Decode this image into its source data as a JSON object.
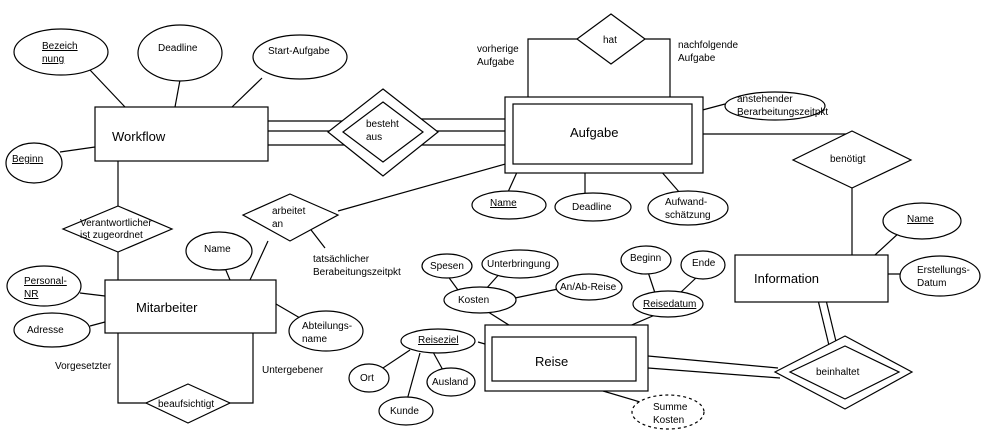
{
  "diagram": {
    "entities": {
      "workflow": "Workflow",
      "aufgabe": "Aufgabe",
      "mitarbeiter": "Mitarbeiter",
      "information": "Information",
      "reise": "Reise"
    },
    "relationships": {
      "hat": "hat",
      "besteht_aus": [
        "besteht",
        "aus"
      ],
      "benoetigt": "benötigt",
      "verantwortlicher": [
        "Verantwortlicher",
        "ist zugeordnet"
      ],
      "arbeitet_an": [
        "arbeitet",
        "an"
      ],
      "beaufsichtigt": "beaufsichtigt",
      "beinhaltet": "beinhaltet"
    },
    "attributes": {
      "bezeichnung": [
        "Bezeich",
        "nung"
      ],
      "deadline_wf": "Deadline",
      "start_aufgabe": "Start-Aufgabe",
      "beginn_wf": "Beginn",
      "anstehender": [
        "anstehender",
        "Berarbeitungszeitpkt"
      ],
      "name_aufgabe": "Name",
      "deadline_aufgabe": "Deadline",
      "aufwand": [
        "Aufwand-",
        "schätzung"
      ],
      "name_info": "Name",
      "erstellungs": [
        "Erstellungs-",
        "Datum"
      ],
      "name_ma": "Name",
      "personal_nr": [
        "Personal-",
        "NR"
      ],
      "adresse": "Adresse",
      "abteilung": [
        "Abteilungs-",
        "name"
      ],
      "spesen": "Spesen",
      "unterbringung": "Unterbringung",
      "kosten": "Kosten",
      "an_ab_reise": "An/Ab-Reise",
      "beginn_reise": "Beginn",
      "ende": "Ende",
      "reisedatum": "Reisedatum",
      "reiseziel": "Reiseziel",
      "ort": "Ort",
      "ausland": "Ausland",
      "kunde": "Kunde",
      "summe_kosten": [
        "Summe",
        "Kosten"
      ]
    },
    "annotations": {
      "vorherige": [
        "vorherige",
        "Aufgabe"
      ],
      "nachfolgende": [
        "nachfolgende",
        "Aufgabe"
      ],
      "tatsaechlicher": [
        "tatsächlicher",
        "Berabeitungszeitpkt"
      ],
      "vorgesetzter": "Vorgesetzter",
      "untergebener": "Untergebener"
    }
  }
}
